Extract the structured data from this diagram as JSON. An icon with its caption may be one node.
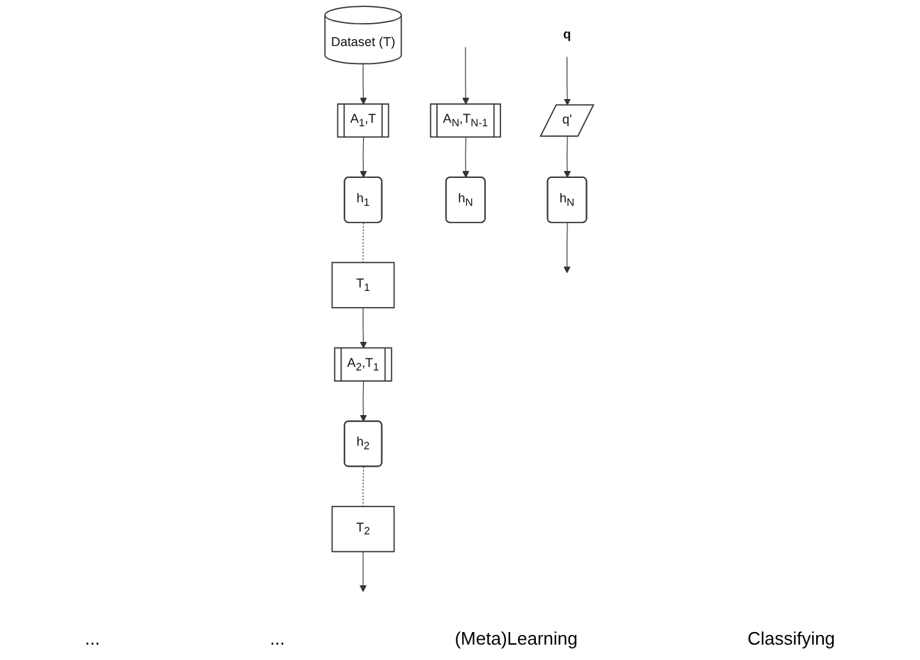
{
  "diagram": {
    "nodes": [
      {
        "text": [
          "Dataset (T)"
        ]
      },
      {
        "text": [
          "A$_{1}$,T"
        ]
      },
      {
        "text": [
          "A$_{2}$,T$_{1}$"
        ]
      },
      {
        "text": [
          "A$_{N}$,T$_{N-1}$"
        ]
      },
      {
        "text": [
          "h$_{1}$"
        ]
      },
      {
        "text": [
          "h$_{2}$"
        ]
      },
      {
        "text": [
          "h$_{N}$"
        ]
      },
      {
        "text": [
          "T$_{1}$"
        ]
      },
      {
        "text": [
          "T$_{2}$"
        ]
      },
      {
        "text": [
          "q"
        ]
      },
      {
        "text": [
          "q'"
        ]
      },
      {
        "text": [
          "h$_{N}$"
        ]
      }
    ],
    "edges": [
      {
        "from": 0,
        "to": 1,
        "arrow": "to"
      },
      {
        "from": 1,
        "to": 4,
        "arrow": "to"
      },
      {
        "from": 2,
        "to": 5,
        "arrow": "to"
      },
      {
        "from": 3,
        "to": 6,
        "arrow": "to"
      },
      {
        "from": 4,
        "to": 7,
        "arrow": "none",
        "style": "dashed"
      },
      {
        "from": 5,
        "to": 8,
        "arrow": "none",
        "style": "dashed"
      },
      {
        "from": 7,
        "to": 2,
        "arrow": "to"
      },
      {
        "from": 8,
        "to": null,
        "arrow": "to"
      },
      {
        "from": null,
        "to": 3,
        "arrow": "to"
      },
      {
        "from": 9,
        "to": 10,
        "arrow": "to"
      },
      {
        "from": 10,
        "to": 11,
        "arrow": "to"
      },
      {
        "from": 11,
        "to": null,
        "arrow": "to"
      }
    ],
    "labels": [
      "...",
      "...",
      "(Meta)Learning",
      "Classifying"
    ]
  }
}
